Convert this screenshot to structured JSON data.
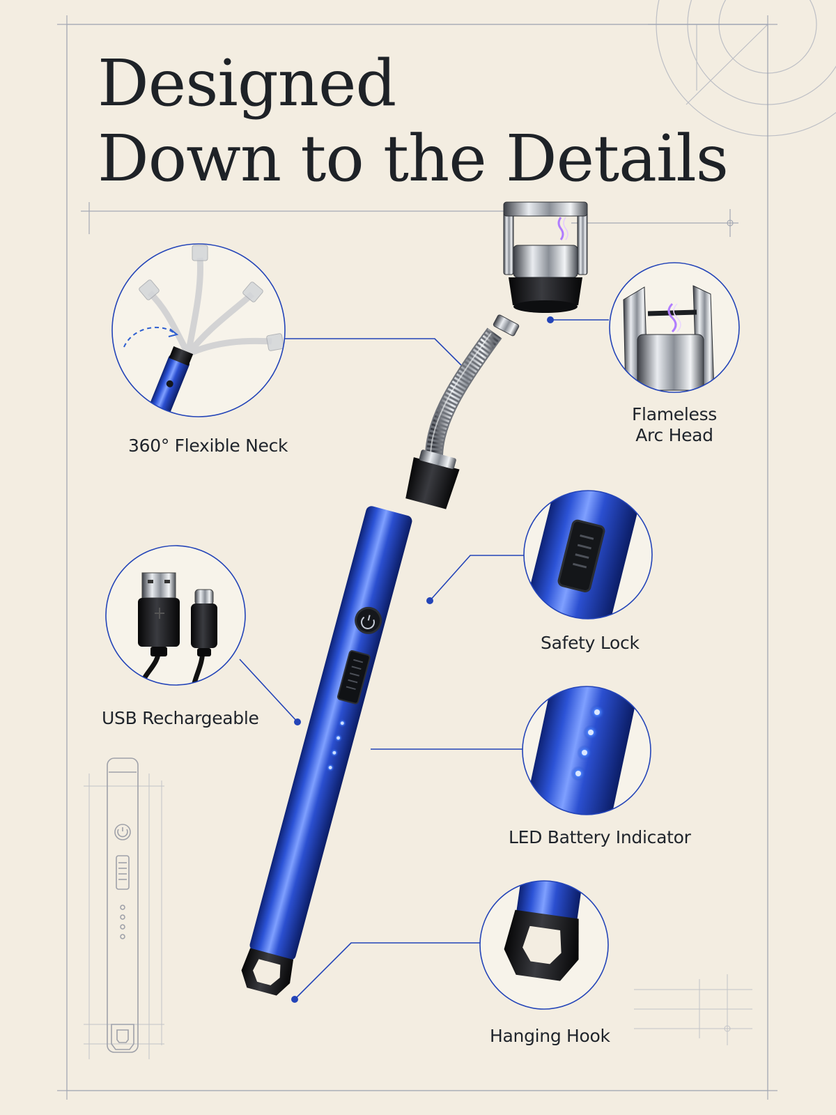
{
  "headline": {
    "line1": "Designed",
    "line2": "Down to the Details"
  },
  "features": [
    {
      "label": "360° Flexible Neck"
    },
    {
      "label_line1": "Flameless",
      "label_line2": "Arc Head"
    },
    {
      "label": "Safety Lock"
    },
    {
      "label": "USB Rechargeable"
    },
    {
      "label": "LED Battery Indicator"
    },
    {
      "label": "Hanging Hook"
    }
  ],
  "icons": {
    "power": "power-icon"
  },
  "colors": {
    "background": "#f3ede1",
    "accent_blue": "#2344b8",
    "body_blue": "#1f3fb0",
    "text": "#1e2227"
  }
}
